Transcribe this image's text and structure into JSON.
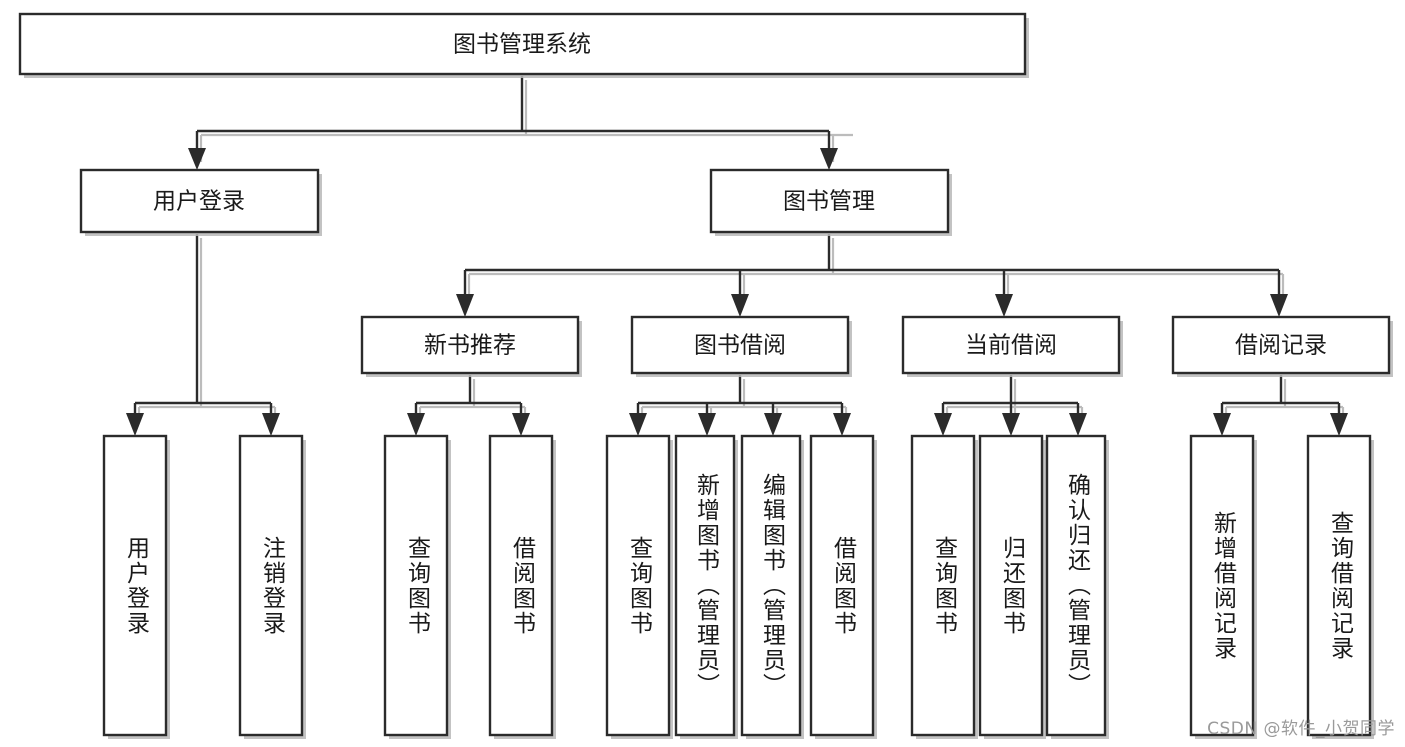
{
  "diagram": {
    "title": "图书管理系统",
    "type": "tree-hierarchy-chart",
    "watermark": "CSDN @软件_小贺同学",
    "colors": {
      "box_fill": "#ffffff",
      "box_stroke": "#2b2b2b",
      "text": "#1a1a1a",
      "shadow": "#b9b9b9",
      "watermark": "#9a9a9a"
    },
    "levels": {
      "root": {
        "label": "图书管理系统"
      },
      "level2": [
        {
          "id": "user-login",
          "label": "用户登录"
        },
        {
          "id": "book-manage",
          "label": "图书管理"
        }
      ],
      "level3": [
        {
          "id": "new-book-recommend",
          "label": "新书推荐",
          "parent": "book-manage"
        },
        {
          "id": "book-borrow",
          "label": "图书借阅",
          "parent": "book-manage"
        },
        {
          "id": "current-borrow",
          "label": "当前借阅",
          "parent": "book-manage"
        },
        {
          "id": "borrow-record",
          "label": "借阅记录",
          "parent": "book-manage"
        }
      ],
      "leaves": [
        {
          "id": "leaf-user-login",
          "label": "用户登录",
          "parent": "user-login"
        },
        {
          "id": "leaf-user-logout",
          "label": "注销登录",
          "parent": "user-login"
        },
        {
          "id": "leaf-query-book-1",
          "label": "查询图书",
          "parent": "new-book-recommend"
        },
        {
          "id": "leaf-borrow-book-1",
          "label": "借阅图书",
          "parent": "new-book-recommend"
        },
        {
          "id": "leaf-query-book-2",
          "label": "查询图书",
          "parent": "book-borrow"
        },
        {
          "id": "leaf-add-book",
          "label": "新增图书（管理员）",
          "parent": "book-borrow"
        },
        {
          "id": "leaf-edit-book",
          "label": "编辑图书（管理员）",
          "parent": "book-borrow"
        },
        {
          "id": "leaf-borrow-book-2",
          "label": "借阅图书",
          "parent": "book-borrow"
        },
        {
          "id": "leaf-query-book-3",
          "label": "查询图书",
          "parent": "current-borrow"
        },
        {
          "id": "leaf-return-book",
          "label": "归还图书",
          "parent": "current-borrow"
        },
        {
          "id": "leaf-confirm-return",
          "label": "确认归还（管理员）",
          "parent": "current-borrow"
        },
        {
          "id": "leaf-add-record",
          "label": "新增借阅记录",
          "parent": "borrow-record"
        },
        {
          "id": "leaf-query-record",
          "label": "查询借阅记录",
          "parent": "borrow-record"
        }
      ]
    }
  }
}
